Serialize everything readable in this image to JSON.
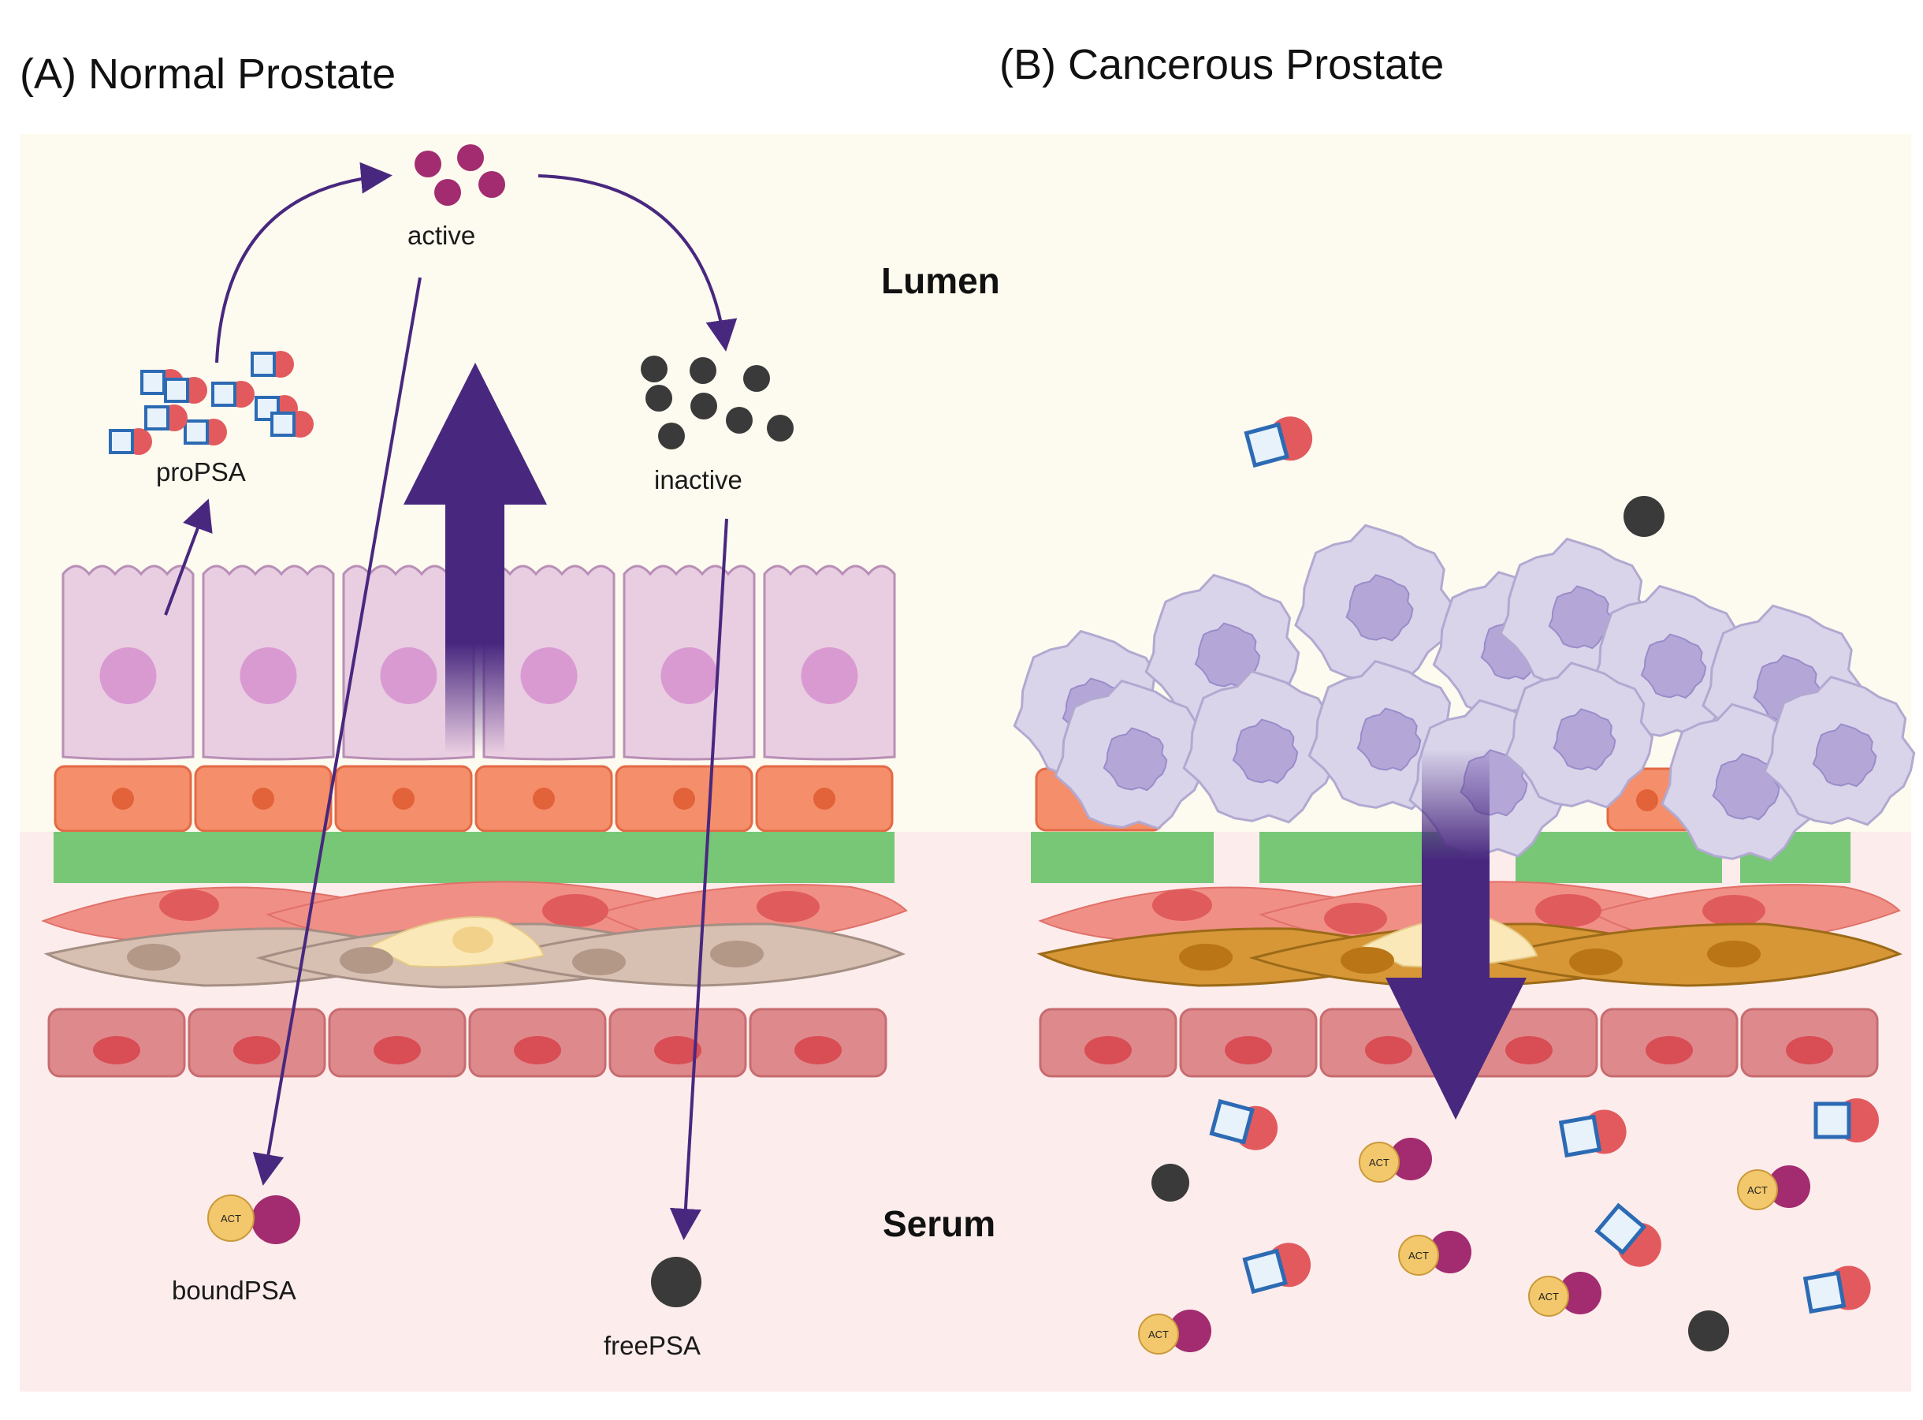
{
  "titles": {
    "normal": "(A) Normal Prostate",
    "cancer": "(B) Cancerous Prostate"
  },
  "labels": {
    "active": "active",
    "propsa": "proPSA",
    "inactive": "inactive",
    "lumen": "Lumen",
    "serum": "Serum",
    "bound_psa": "boundPSA",
    "free_psa": "freePSA",
    "act": "ACT"
  },
  "colors": {
    "lumen_bg": "#fdfaef",
    "serum_bg": "#fdecec",
    "arrow": "#48287f",
    "active_psa": "#a22c6f",
    "inactive_psa": "#3a3a3a",
    "propsa_red": "#e25a5e",
    "propsa_blue": "#2c6bb4",
    "act_yellow": "#f3c86c",
    "epithelial": "#e9cde1",
    "nucleus": "#d99ad2",
    "basal_cell": "#f58e6a",
    "basement_membrane": "#77c777",
    "fibroblast": "#f08f86",
    "smooth_muscle_normal": "#d7bfb2",
    "smooth_muscle_cancer": "#d79737",
    "endothelial": "#de8a8c",
    "cancer_cell": "#d9d4ea"
  },
  "icons": [
    "cell-icon",
    "nucleus-icon",
    "propsa-molecule-icon",
    "act-complex-icon",
    "arrow-icon"
  ]
}
